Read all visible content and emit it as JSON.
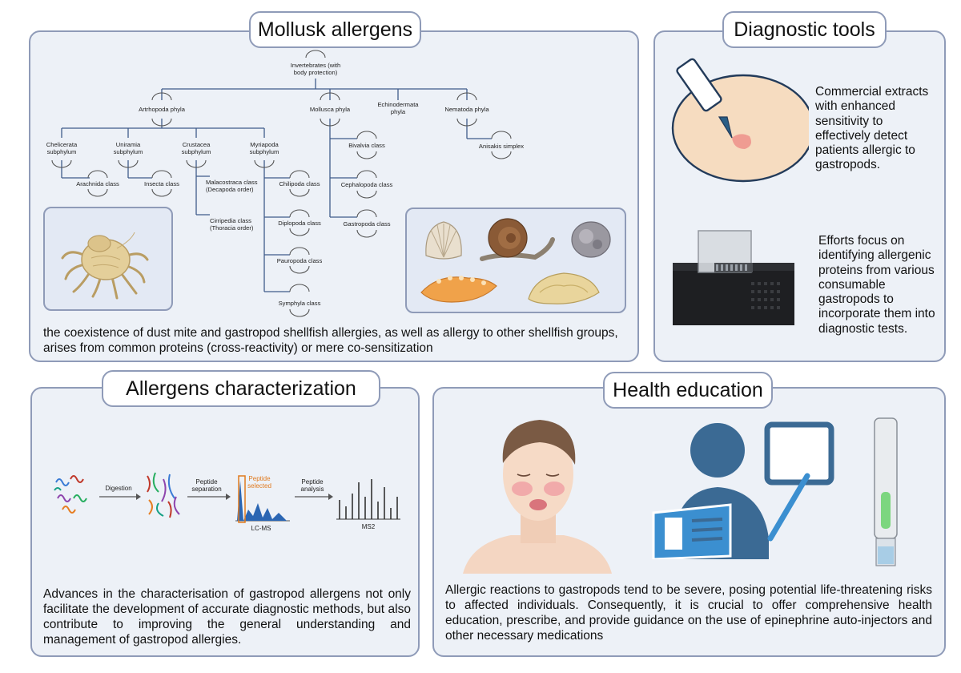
{
  "panels": {
    "mollusk": {
      "title": "Mollusk allergens",
      "text": "the coexistence of dust mite and gastropod shellfish allergies, as well as allergy to other shellfish groups, arises from common proteins (cross-reactivity) or mere co-sensitization"
    },
    "diagnostic": {
      "title": "Diagnostic tools",
      "text1": "Commercial extracts with enhanced sensitivity to effectively detect patients allergic to gastropods.",
      "text2": "Efforts focus on identifying allergenic proteins from various consumable gastropods to incorporate them into diagnostic tests."
    },
    "characterization": {
      "title": "Allergens characterization",
      "text": "Advances in the characterisation of gastropod allergens not only facilitate the development of accurate diagnostic methods, but also contribute to improving the general understanding and management of gastropod allergies.",
      "steps": {
        "digestion": "Digestion",
        "peptide_sep_1": "Peptide",
        "peptide_sep_2": "separation",
        "peptide_selected_1": "Peptide",
        "peptide_selected_2": "selected",
        "lcms": "LC-MS",
        "peptide_an_1": "Peptide",
        "peptide_an_2": "analysis",
        "ms2": "MS2"
      }
    },
    "health": {
      "title": "Health education",
      "text": "Allergic reactions to gastropods tend to be severe, posing potential life-threatening risks to affected individuals. Consequently, it is crucial to offer comprehensive health education, prescribe, and provide guidance on the use of epinephrine auto-injectors and other necessary medications"
    }
  },
  "tree": {
    "root_1": "Invertebrates (with",
    "root_2": "body protection)",
    "arthropoda": "Artrhopoda phyla",
    "mollusca": "Mollusca phyla",
    "echino_1": "Echinodermata",
    "echino_2": "phyla",
    "nematoda": "Nematoda phyla",
    "chelicerata_1": "Chelicerata",
    "chelicerata_2": "subphylum",
    "uniramia_1": "Uniramia",
    "uniramia_2": "subphylum",
    "crustacea_1": "Crustacea",
    "crustacea_2": "subphylum",
    "myriapoda_1": "Myriapoda",
    "myriapoda_2": "subphylum",
    "arachnida": "Arachnida class",
    "insecta": "Insecta class",
    "malacostraca_1": "Malacostraca class",
    "malacostraca_2": "(Decapoda order)",
    "cirripedia_1": "Cirripedia class",
    "cirripedia_2": "(Thoracia order)",
    "chilipoda": "Chilipoda class",
    "diplopoda": "Diplopoda class",
    "pauropoda": "Pauropoda class",
    "symphyla": "Symphyla class",
    "bivalvia": "Bivalvia class",
    "cephalopoda": "Cephalopoda class",
    "gastropoda": "Gastropoda class",
    "anisakis": "Anisakis simplex"
  },
  "colors": {
    "panel_bg": "#edf1f7",
    "panel_border": "#8f9bb8",
    "tree_line": "#3f5b8a",
    "icon_blue": "#3b6a94",
    "peak_blue": "#2b66b3",
    "selected_orange": "#e07a1f"
  }
}
